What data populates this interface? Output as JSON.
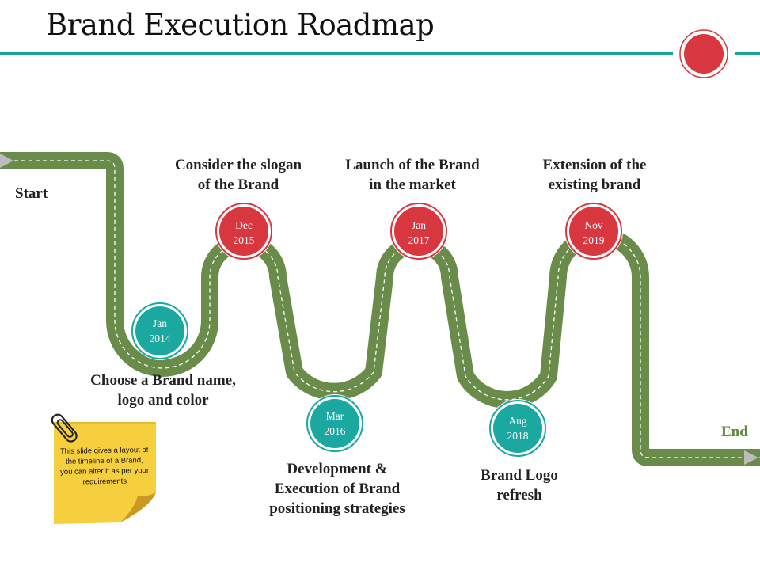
{
  "title": "Brand Execution Roadmap",
  "start_label": "Start",
  "end_label": "End",
  "milestones": [
    {
      "month": "Jan",
      "year": "2014",
      "text_lines": [
        "Choose a Brand name,",
        "logo and color"
      ],
      "color": "#1aa8a0"
    },
    {
      "month": "Dec",
      "year": "2015",
      "text_lines": [
        "Consider the slogan",
        "of the Brand"
      ],
      "color": "#d9373f"
    },
    {
      "month": "Mar",
      "year": "2016",
      "text_lines": [
        "Development &",
        "Execution of Brand",
        "positioning strategies"
      ],
      "color": "#1aa8a0"
    },
    {
      "month": "Jan",
      "year": "2017",
      "text_lines": [
        "Launch of the Brand",
        "in the market"
      ],
      "color": "#d9373f"
    },
    {
      "month": "Aug",
      "year": "2018",
      "text_lines": [
        "Brand Logo",
        "refresh"
      ],
      "color": "#1aa8a0"
    },
    {
      "month": "Nov",
      "year": "2019",
      "text_lines": [
        "Extension of the",
        "existing brand"
      ],
      "color": "#d9373f"
    }
  ],
  "note": {
    "text": "This slide gives a layout of the timeline of a Brand, you can alter it as per your requirements",
    "icon": "paperclip-icon"
  },
  "colors": {
    "road": "#6a8c4b",
    "teal": "#1aa8a0",
    "red": "#d9373f",
    "header_line": "#1aa39b",
    "note": "#f6cf3e",
    "end_label": "#5c8a3c"
  }
}
